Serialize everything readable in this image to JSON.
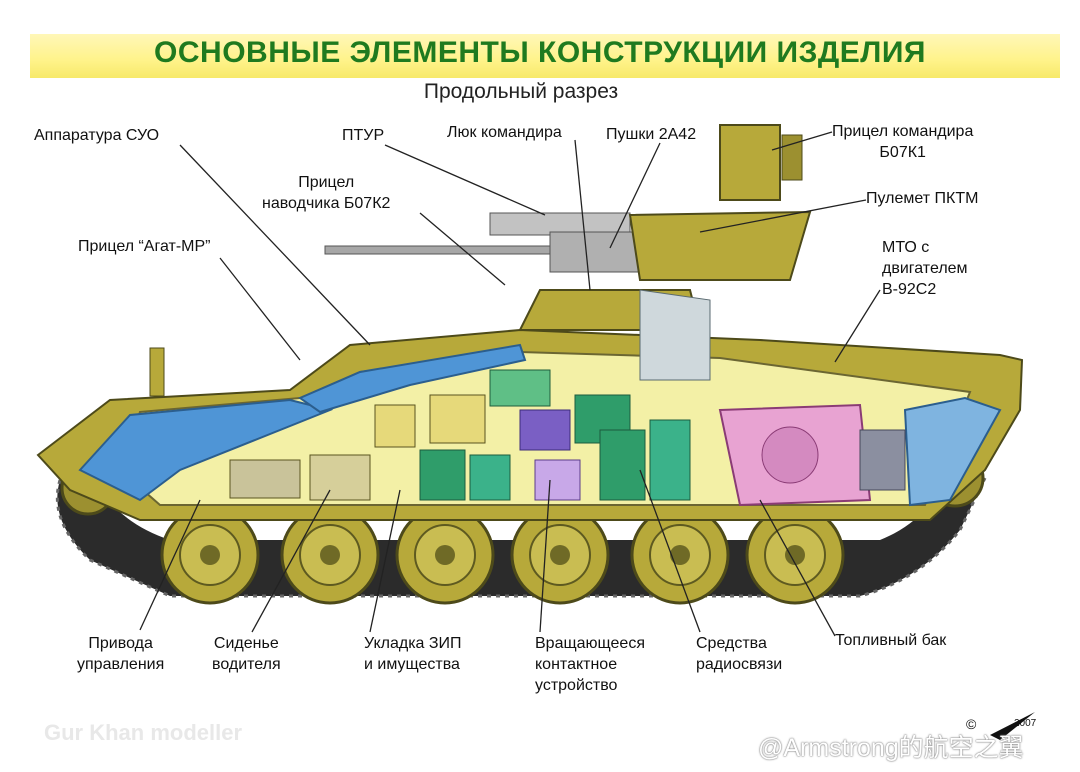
{
  "title": "ОСНОВНЫЕ ЭЛЕМЕНТЫ КОНСТРУКЦИИ ИЗДЕЛИЯ",
  "subtitle": "Продольный разрез",
  "labels": {
    "suo": "Аппаратура СУО",
    "ptur": "ПТУР",
    "hatch": "Люк командира",
    "guns": "Пушки 2А42",
    "cmd_sight_1": "Прицел командира",
    "cmd_sight_2": "Б07К1",
    "gunner_sight_1": "Прицел",
    "gunner_sight_2": "наводчика Б07К2",
    "mg": "Пулемет ПКТМ",
    "agat": "Прицел “Агат-МР”",
    "mto_1": "МТО с",
    "mto_2": "двигателем",
    "mto_3": "В-92С2",
    "drive_1": "Привода",
    "drive_2": "управления",
    "seat_1": "Сиденье",
    "seat_2": "водителя",
    "zip_1": "Укладка ЗИП",
    "zip_2": "и имущества",
    "rot_1": "Вращающееся",
    "rot_2": "контактное",
    "rot_3": "устройство",
    "radio_1": "Средства",
    "radio_2": "радиосвязи",
    "fuel": "Топливный бак"
  },
  "watermark": "Gur Khan modeller",
  "credit": "@Armstrong的航空之翼",
  "copyright": "©",
  "year": "2007",
  "colors": {
    "title": "#1f7a1f",
    "hull": "#b7a93a",
    "interior": "#f3f0a6",
    "blue": "#4f95d6",
    "engine": "#e8a3d2",
    "green_modules": "#2f9d6a",
    "track": "#2b2b2b"
  }
}
